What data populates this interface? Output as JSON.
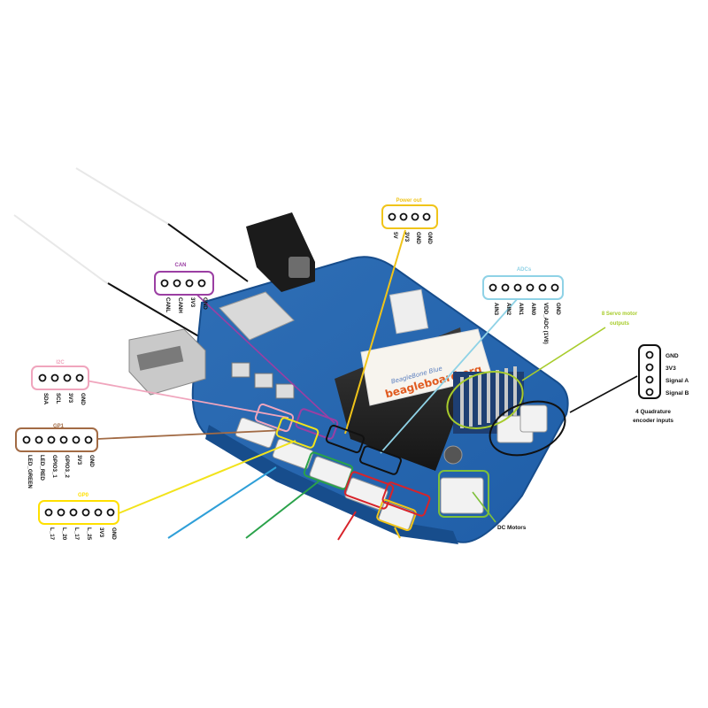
{
  "board": {
    "logo_domain": "beagleboard.org",
    "logo_model": "BeagleBone Blue"
  },
  "headers": {
    "can": {
      "title": "CAN",
      "color": "#9b3fa3",
      "pins": [
        "CANL",
        "CANH",
        "3V3",
        "GND"
      ]
    },
    "i2c": {
      "title": "I2C",
      "color": "#f0a5bd",
      "pins": [
        "SDA",
        "SCL",
        "3V3",
        "GND"
      ]
    },
    "gp1": {
      "title": "GP1",
      "color": "#a26b45",
      "pins": [
        "LED_GREEN",
        "LED_RED",
        "GPIO3_1",
        "GPIO3_2",
        "3V3",
        "GND"
      ]
    },
    "gp0": {
      "title": "GP0",
      "color": "#ffe000",
      "pins": [
        "L_17",
        "L_20",
        "L_17",
        "L_25",
        "3V3",
        "GND"
      ]
    },
    "power": {
      "title": "Power out",
      "color": "#f0c419",
      "pins": [
        "5V",
        "3V3",
        "GND",
        "GND"
      ]
    },
    "adc": {
      "title": "ADCs",
      "color": "#8fd2e6",
      "pins": [
        "AIN3",
        "AIN2",
        "AIN1",
        "AIN0",
        "VDD_ADC (1V8)",
        "GND"
      ]
    }
  },
  "encoder": {
    "pins": [
      "GND",
      "3V3",
      "Signal A",
      "Signal B"
    ],
    "caption_line1": "4 Quadrature",
    "caption_line2": "encoder inputs"
  },
  "servo": {
    "line1": "8 Servo motor",
    "line2": "outputs",
    "color": "#a8cc2c"
  },
  "motors": {
    "label": "DC Motors",
    "color": "#7ec03a"
  },
  "callout_colors": {
    "blue": "#2f9fd8",
    "green": "#2aa24a",
    "red": "#d8232a",
    "yellow": "#f2e31b",
    "black": "#111111"
  }
}
